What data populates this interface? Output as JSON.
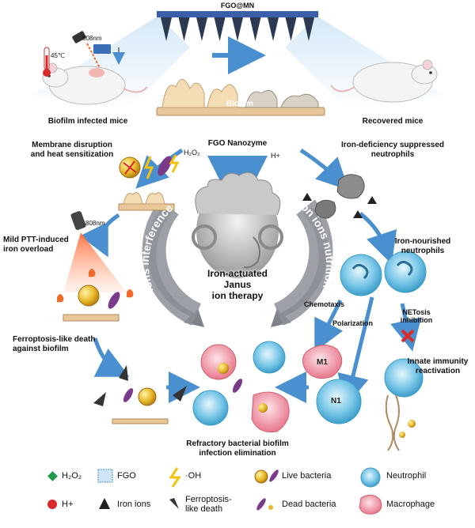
{
  "top": {
    "device_label": "FGO@MN",
    "laser_label": "808nm",
    "temp_label": "45℃",
    "biofilm_label": "Biofilm",
    "left_mouse_caption": "Biofilm infected mice",
    "right_mouse_caption": "Recovered mice"
  },
  "middle": {
    "nanozyme_label": "FGO Nanozyme",
    "h2o2_label": "H₂O₂",
    "hplus_label": "H+",
    "membrane_label": "Membrane disruption\nand heat sensitization",
    "iron_deficiency_label": "Iron-deficiency suppressed\nneutrophils",
    "laser2_label": "808nm",
    "mild_ptt_label": "Mild PTT-induced\niron overload",
    "iron_nourished_label": "Iron-nourished\nneutrophils",
    "arc_left_text": "Iron ions interference",
    "arc_right_text": "Iron ions nutrition",
    "center_title": "Iron-actuated\nJanus\nion therapy",
    "chemotaxis_label": "Chemotaxis",
    "polarization_label": "Polarization",
    "netosis_label": "NETosis\ninhibition",
    "ferroptosis_label": "Ferroptosis-like death\nagainst biofilm",
    "innate_label": "Innate immunity\nreactivation",
    "m1_label": "M1",
    "n1_label": "N1",
    "elimination_label": "Refractory bacterial biofilm\ninfection elimination"
  },
  "legend": {
    "items": [
      {
        "label": "H₂O₂",
        "icon": "h2o2-icon"
      },
      {
        "label": "FGO",
        "icon": "fgo-icon"
      },
      {
        "label": "·OH",
        "icon": "hydroxyl-radical-icon"
      },
      {
        "label": "Live bacteria",
        "icon": "live-bacteria-icon"
      },
      {
        "label": "Neutrophil",
        "icon": "neutrophil-icon"
      },
      {
        "label": "H+",
        "icon": "proton-icon"
      },
      {
        "label": "Iron ions",
        "icon": "iron-ion-icon"
      },
      {
        "label": "Ferroptosis-\nlike death",
        "icon": "ferroptosis-icon"
      },
      {
        "label": "Dead bacteria",
        "icon": "dead-bacteria-icon"
      },
      {
        "label": "Macrophage",
        "icon": "macrophage-icon"
      }
    ]
  },
  "colors": {
    "arrow_blue": "#4a8fd0",
    "arc_gray": "#8c8f96",
    "neutrophil": "#5fb8e0",
    "macrophage": "#f09aa8",
    "live_bacteria": "#e8b828",
    "dead_bacteria": "#7a3a8a",
    "h2o2": "#1f9a4a",
    "proton": "#d82a2a",
    "laser": "#f06a2a"
  }
}
